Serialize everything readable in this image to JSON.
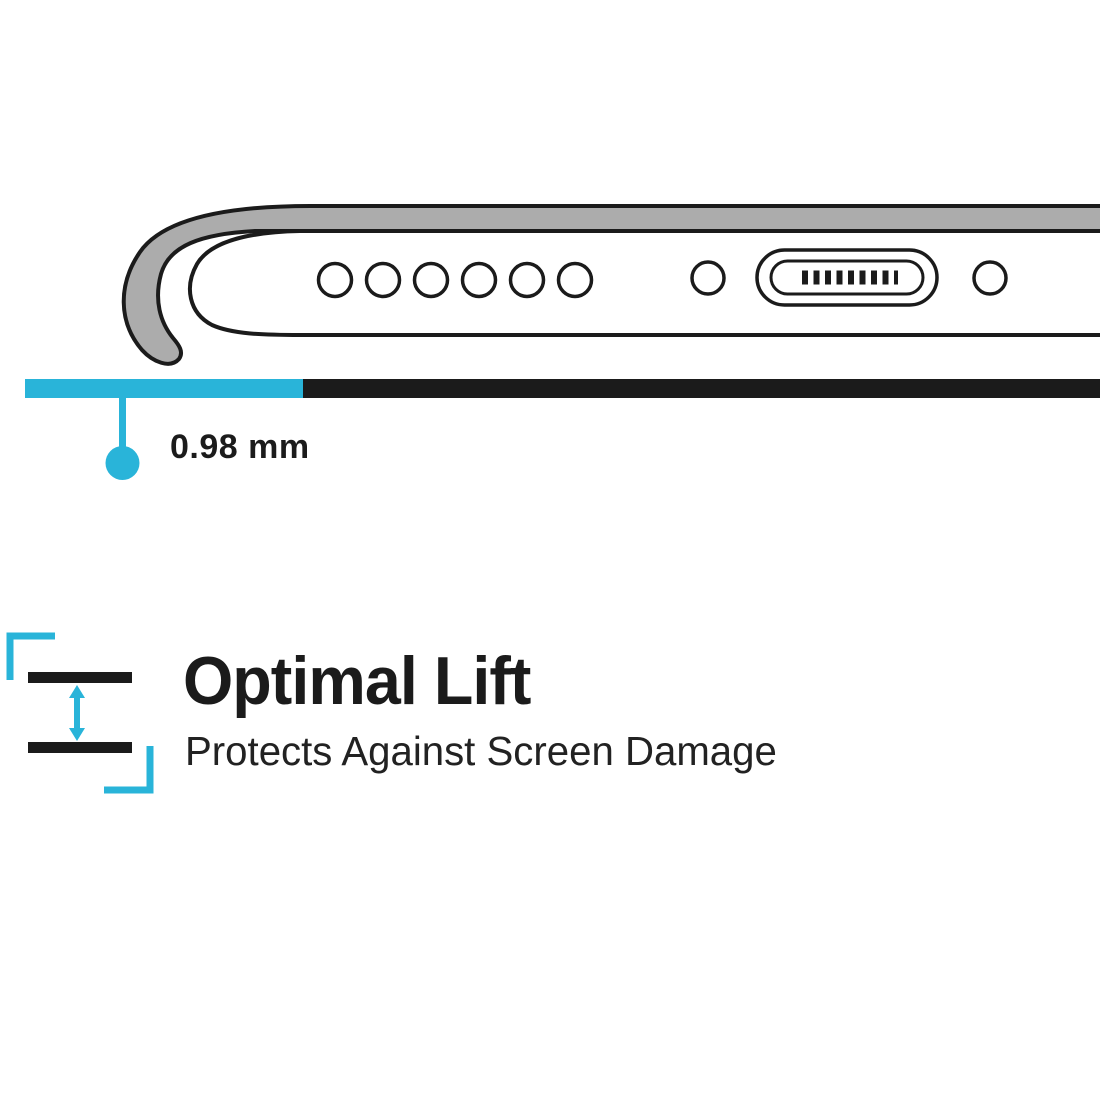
{
  "illustration": {
    "measurement_label": "0.98 mm",
    "icons": {
      "case_cross_section": "phone-case-bottom-edge-cross-section",
      "speaker_holes": "speaker-hole-circles",
      "charging_port": "charging-port-icon",
      "lift_gap": "double-vertical-arrow-between-surfaces"
    }
  },
  "feature": {
    "heading": "Optimal Lift",
    "subheading": "Protects Against Screen Damage"
  },
  "colors": {
    "accent": "#29B4D9",
    "case_gray": "#ACACAC",
    "ink": "#1B1B1B"
  }
}
